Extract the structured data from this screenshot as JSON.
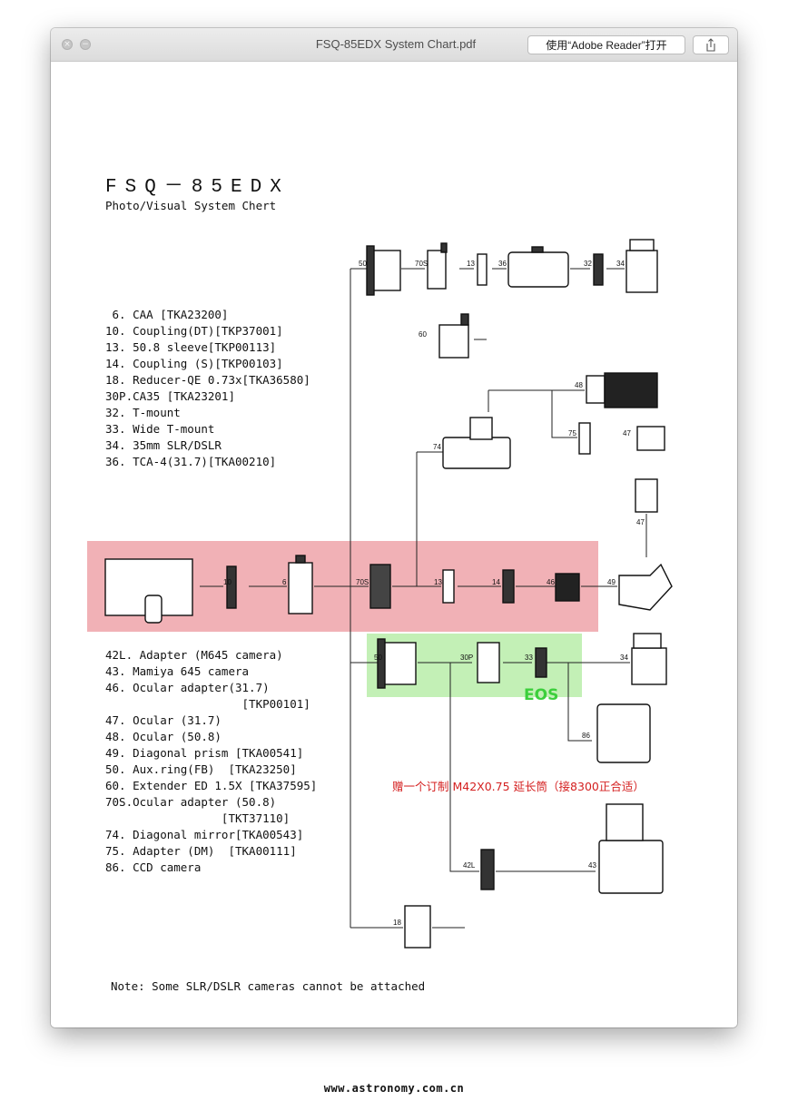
{
  "window": {
    "title": "FSQ-85EDX System Chart.pdf",
    "open_button": "使用“Adobe Reader”打开",
    "close_glyph": "×",
    "minimize_glyph": "−",
    "share_icon": "share-icon"
  },
  "document": {
    "title": "FSQ－85EDX",
    "subtitle": "Photo/Visual System Chert",
    "parts_list_a": [
      " 6. CAA [TKA23200]",
      "10. Coupling(DT)[TKP37001]",
      "13. 50.8 sleeve[TKP00113]",
      "14. Coupling (S)[TKP00103]",
      "18. Reducer-QE 0.73x[TKA36580]",
      "30P.CA35 [TKA23201]",
      "32. T-mount",
      "33. Wide T-mount",
      "34. 35mm SLR/DSLR",
      "36. TCA-4(31.7)[TKA00210]"
    ],
    "parts_list_b": [
      "42L. Adapter (M645 camera)",
      "43. Mamiya 645 camera",
      "46. Ocular adapter(31.7)",
      "                    [TKP00101]",
      "47. Ocular (31.7)",
      "48. Ocular (50.8)",
      "49. Diagonal prism [TKA00541]",
      "50. Aux.ring(FB)  [TKA23250]",
      "60. Extender ED 1.5X [TKA37595]",
      "70S.Ocular adapter (50.8)",
      "                 [TKT37110]",
      "74. Diagonal mirror[TKA00543]",
      "75. Adapter (DM)  [TKA00111]",
      "86. CCD camera"
    ],
    "note": "Note: Some SLR/DSLR cameras cannot be attached",
    "annotation_cn": "赠一个订制 M42X0.75 延长筒（接8300正合适）",
    "eos_label": "EOS",
    "diagram_labels": {
      "l50a": "50",
      "l70s_top": "70S",
      "l13_top": "13",
      "l36": "36",
      "l32": "32",
      "l34_top": "34",
      "l60": "60",
      "l48": "48",
      "l74": "74",
      "l75": "75",
      "l47_right": "47",
      "l47_up": "47",
      "l10": "10",
      "l6": "6",
      "l70s_mid": "70S",
      "l13_mid": "13",
      "l14": "14",
      "l46": "46",
      "l49": "49",
      "l50b": "50",
      "l30p": "30P",
      "l33": "33",
      "l34_bot": "34",
      "l86": "86",
      "l42l": "42L",
      "l43": "43",
      "l18": "18"
    },
    "colors": {
      "red_highlight": "#f0a8ae",
      "green_highlight": "#bdeeae",
      "eos_green": "#3ccf3c",
      "annotation_red": "#d42020"
    }
  },
  "footer": "www.astronomy.com.cn"
}
